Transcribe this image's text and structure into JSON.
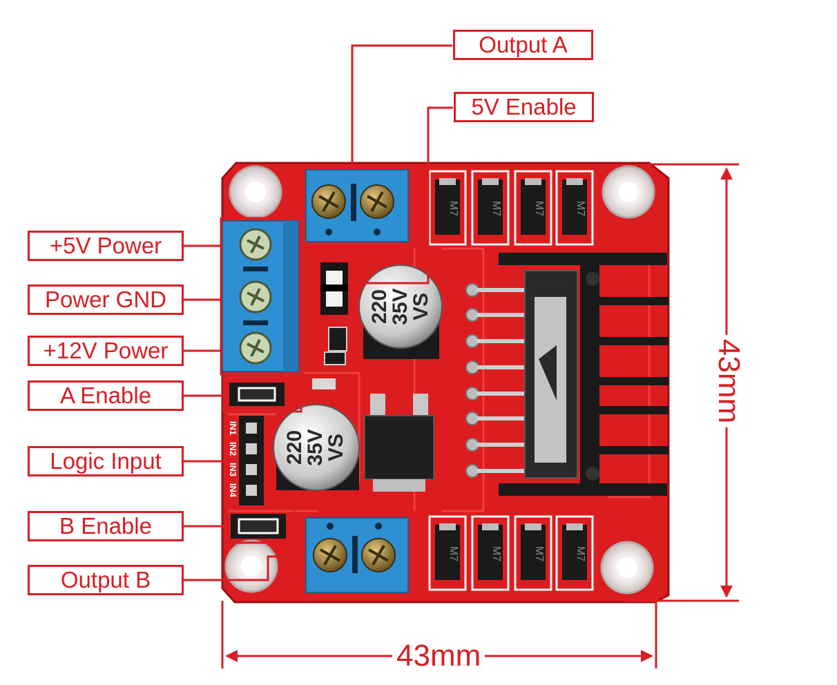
{
  "labels": {
    "output_a": "Output A",
    "enable_5v": "5V Enable",
    "power_5v": "+5V Power",
    "power_gnd": "Power GND",
    "power_12v": "+12V Power",
    "a_enable": "A Enable",
    "logic_input": "Logic Input",
    "b_enable": "B Enable",
    "output_b": "Output B"
  },
  "dimensions": {
    "width": "43mm",
    "height": "43mm"
  },
  "board": {
    "capacitor_text": [
      "220",
      "35V",
      "VS"
    ],
    "pin_labels": [
      "IN1",
      "IN2",
      "IN3",
      "IN4"
    ],
    "diode_marking": "M7"
  },
  "colors": {
    "callout": "#d81e24",
    "pcb": "#dc1d1f",
    "terminal": "#2f8fd3",
    "heatsink": "#1a1a1a"
  }
}
